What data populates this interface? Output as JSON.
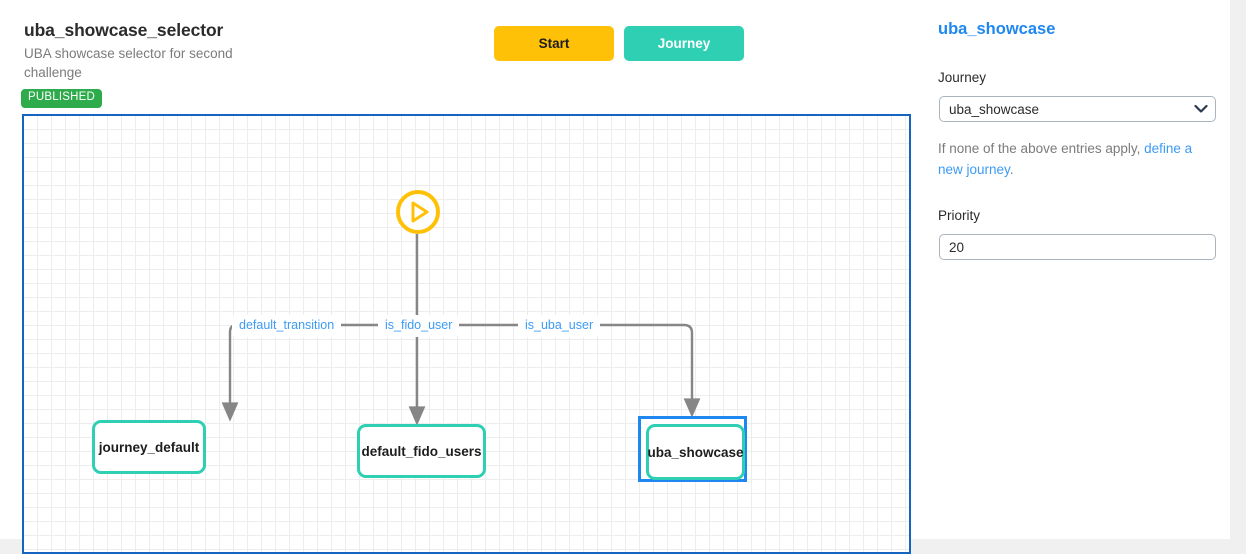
{
  "header": {
    "title": "uba_showcase_selector",
    "subtitle": "UBA showcase selector for second challenge",
    "status_badge": "PUBLISHED"
  },
  "toolbar": {
    "start_label": "Start",
    "journey_label": "Journey"
  },
  "graph": {
    "start_node": {
      "icon": "play-icon"
    },
    "edge_labels": [
      {
        "id": "default_transition",
        "text": "default_transition"
      },
      {
        "id": "is_fido_user",
        "text": "is_fido_user"
      },
      {
        "id": "is_uba_user",
        "text": "is_uba_user"
      }
    ],
    "nodes": [
      {
        "id": "journey_default",
        "label": "journey_default",
        "selected": false
      },
      {
        "id": "default_fido_users",
        "label": "default_fido_users",
        "selected": false
      },
      {
        "id": "uba_showcase",
        "label": "uba_showcase",
        "selected": true
      }
    ]
  },
  "panel": {
    "title": "uba_showcase",
    "journey_label": "Journey",
    "journey_value": "uba_showcase",
    "journey_options": [
      "uba_showcase"
    ],
    "helper_prefix": "If none of the above entries apply, ",
    "helper_link": "define a new journey",
    "helper_suffix": ".",
    "priority_label": "Priority",
    "priority_value": "20"
  },
  "colors": {
    "accent_blue": "#1e88f0",
    "canvas_border": "#1565c0",
    "node_border": "#2ecfb3",
    "start_yellow": "#ffc107",
    "badge_green": "#2eab4b",
    "link_blue": "#3d9bf5"
  }
}
